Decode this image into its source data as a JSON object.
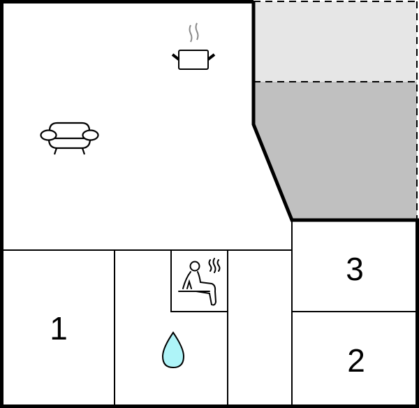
{
  "floorplan": {
    "rooms": [
      {
        "id": "living-kitchen",
        "label": "",
        "icons": [
          "sofa-icon",
          "cooking-pot-icon"
        ]
      },
      {
        "id": "bedroom-1",
        "label": "1"
      },
      {
        "id": "bathroom",
        "label": "",
        "icons": [
          "water-drop-icon"
        ]
      },
      {
        "id": "sauna",
        "label": "",
        "icons": [
          "sauna-icon"
        ]
      },
      {
        "id": "hallway",
        "label": ""
      },
      {
        "id": "bedroom-3",
        "label": "3"
      },
      {
        "id": "bedroom-2",
        "label": "2"
      },
      {
        "id": "terrace-covered",
        "label": ""
      },
      {
        "id": "terrace-open",
        "label": ""
      }
    ],
    "labels": {
      "room1": "1",
      "room2": "2",
      "room3": "3"
    },
    "colors": {
      "wall": "#000000",
      "terrace_light": "#e6e6e6",
      "terrace_dark": "#c0c0c0",
      "water_drop": "#aef4f8",
      "steam": "#888888"
    }
  }
}
